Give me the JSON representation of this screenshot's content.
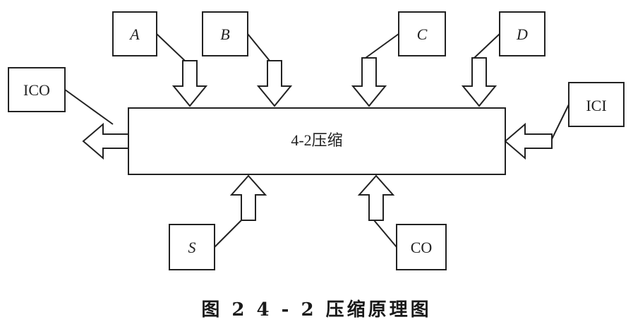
{
  "diagram": {
    "main_block": "4-2压缩",
    "inputs": {
      "a": "A",
      "b": "B",
      "c": "C",
      "d": "D",
      "ici": "ICI"
    },
    "outputs": {
      "ico": "ICO",
      "s": "S",
      "co": "CO"
    }
  },
  "caption": "图 2   4 - 2 压缩原理图",
  "colors": {
    "stroke": "#222222",
    "background": "#ffffff"
  }
}
